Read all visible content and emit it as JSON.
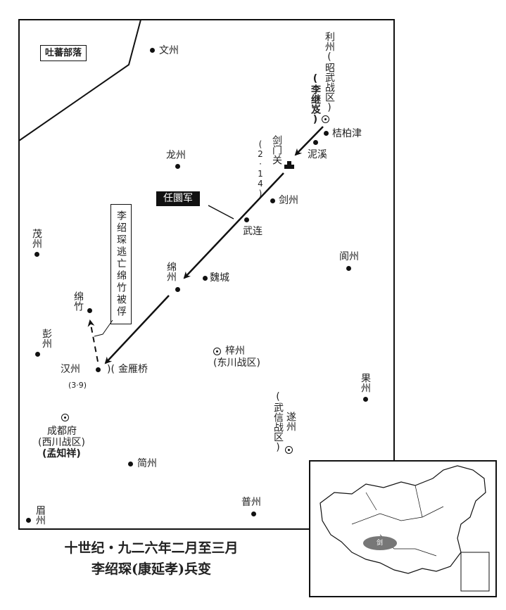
{
  "map": {
    "tribe_box": "吐蕃部落",
    "army_box": "任圜军",
    "note_box": "李绍琛逃亡绵竹被俘",
    "places": {
      "wenzhou": "文州",
      "lizhou": "利州(昭武战区)",
      "lizhou_general": "(李继岌)",
      "jiebaijin": "桔柏津",
      "nixi": "泥溪",
      "jianmenguan": "剑门关",
      "jianmenguan_date": "(2·14)",
      "longzhou": "龙州",
      "jianzhou": "剑州",
      "wulian": "武连",
      "langzhou": "阆州",
      "maozhou": "茂州",
      "mianzhou": "绵州",
      "weicheng": "魏城",
      "mianzhu": "绵竹",
      "pengzhou": "彭州",
      "zizhou": "梓州",
      "zizhou_district": "(东川战区)",
      "guozhou": "果州",
      "hanzhou": "汉州",
      "hanzhou_date": "(3·9)",
      "jinyanqiao": "金雁桥",
      "wuxin_district": "(武信战区)",
      "suizhou": "遂州",
      "chengdu": "成都府",
      "chengdu_district": "(西川战区)",
      "chengdu_general": "(孟知祥)",
      "jianzhou2": "简州",
      "puzhou": "普州",
      "meizhou": "眉州"
    },
    "inset_marker": "剑"
  },
  "caption": {
    "line1": "十世纪・九二六年二月至三月",
    "line2": "李绍琛(康延孝)兵变"
  }
}
